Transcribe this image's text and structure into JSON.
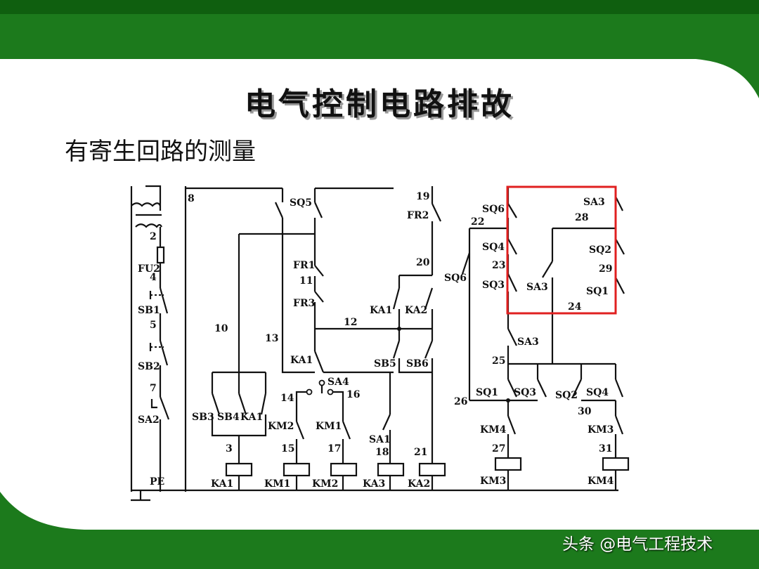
{
  "slide": {
    "title": "电气控制电路排故",
    "subtitle": "有寄生回路的测量",
    "watermark": "头条 @电气工程技术",
    "colors": {
      "theme_green": "#1c7a1c",
      "highlight": "#e02020",
      "wire": "#111111"
    }
  },
  "diagram": {
    "wire_numbers": [
      "2",
      "4",
      "5",
      "7",
      "8",
      "10",
      "11",
      "12",
      "13",
      "14",
      "15",
      "16",
      "17",
      "18",
      "19",
      "20",
      "21",
      "22",
      "23",
      "24",
      "25",
      "26",
      "27",
      "28",
      "29",
      "30",
      "31",
      "3"
    ],
    "components": {
      "fuse": "FU2",
      "buttons": [
        "SB1",
        "SB2",
        "SB3",
        "SB4",
        "SB5",
        "SB6"
      ],
      "switches": [
        "SA1",
        "SA2",
        "SA3",
        "SA4"
      ],
      "limit_switches": [
        "SQ1",
        "SQ2",
        "SQ3",
        "SQ4",
        "SQ5",
        "SQ6"
      ],
      "thermal_relays": [
        "FR1",
        "FR2",
        "FR3"
      ],
      "contacts": [
        "KA1",
        "KA2",
        "KM1",
        "KM2",
        "KM3",
        "KM4"
      ],
      "coils": [
        "KA1",
        "KM1",
        "KM2",
        "KA3",
        "KA2",
        "KM3",
        "KM4"
      ],
      "ground": "PE"
    },
    "highlight_box": "SQ6 / SQ4 / SQ3 / SA3 / SQ2 / SQ1 (28, 29, 24)"
  }
}
